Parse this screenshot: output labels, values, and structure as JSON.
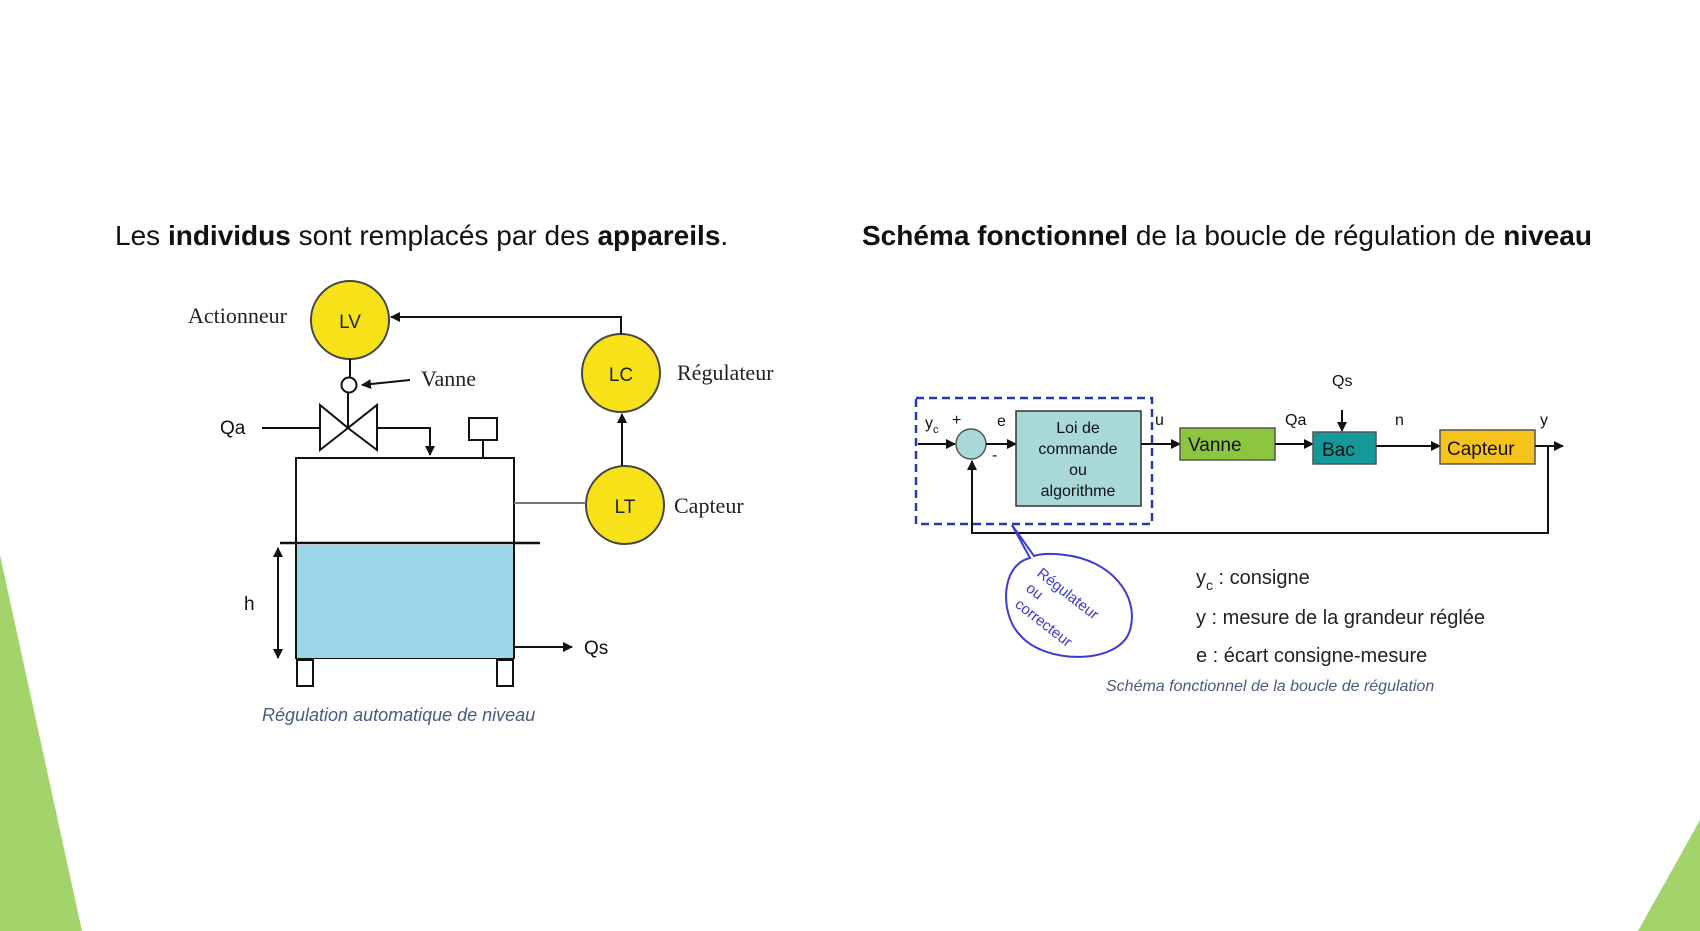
{
  "left_heading": {
    "part1": "Les ",
    "bold1": "individus",
    "part2": " sont remplacés par des ",
    "bold2": "appareils",
    "part3": "."
  },
  "right_heading": {
    "bold1": "Schéma fonctionnel",
    "part2": " de la boucle de régulation de ",
    "bold2": "niveau"
  },
  "pid_diagram": {
    "instruments": {
      "lv": "LV",
      "lc": "LC",
      "lt": "LT"
    },
    "labels": {
      "actionneur": "Actionneur",
      "vanne": "Vanne",
      "regulateur": "Régulateur",
      "capteur": "Capteur",
      "qa": "Qa",
      "qs": "Qs",
      "h": "h"
    },
    "caption": "Régulation automatique de niveau"
  },
  "block_diagram": {
    "signals": {
      "yc": "y",
      "yc_sub": "c",
      "plus": "+",
      "minus": "-",
      "e": "e",
      "u": "u",
      "qa": "Qa",
      "qs": "Qs",
      "n": "n",
      "y": "y"
    },
    "blocks": {
      "controller": [
        "Loi de",
        "commande",
        "ou",
        "algorithme"
      ],
      "vanne": "Vanne",
      "bac": "Bac",
      "capteur": "Capteur"
    },
    "bubble": [
      "Régulateur",
      "ou",
      "correcteur"
    ],
    "legend": {
      "yc_symbol": "y",
      "yc_sub": "c",
      "yc_text": " : consigne",
      "y_text": "y : mesure de la grandeur réglée",
      "e_text": "e : écart consigne-mesure"
    },
    "caption": "Schéma fonctionnel de la boucle de régulation"
  },
  "colors": {
    "tank_water": "#9dd6e8",
    "instrument_fill": "#f7e21a",
    "controller_block": "#a8d8d8",
    "vanne_block": "#8cc63f",
    "bac_block": "#139999",
    "capteur_block": "#f6c21c",
    "dashed_box": "#2a35b0",
    "bubble": "#3b3bd0",
    "slide_accent": "#a3d36b"
  }
}
